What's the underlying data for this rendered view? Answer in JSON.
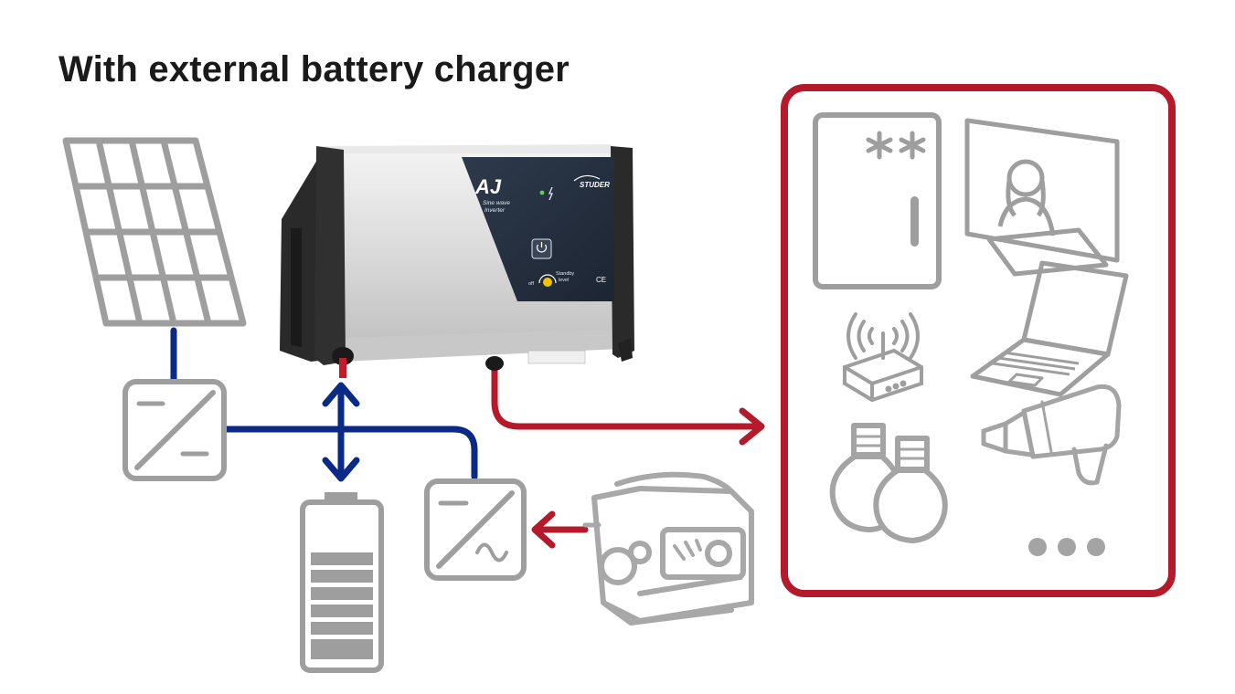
{
  "title": "With external battery charger",
  "inverter": {
    "model": "AJ",
    "subtitle_line1": "Sine wave",
    "subtitle_line2": "Inverter",
    "brand": "STUDER",
    "switch_off": "off",
    "switch_standby_1": "Standby",
    "switch_standby_2": "level",
    "ce_mark": "CE"
  },
  "colors": {
    "dc_line": "#0a2a86",
    "ac_line": "#b41a2a",
    "icon_gray": "#9e9e9e",
    "load_border": "#b41a2a"
  },
  "icons": {
    "solar": "solar-panel-icon",
    "mppt": "dc-dc-converter-icon",
    "charger": "ac-dc-charger-icon",
    "battery": "battery-icon",
    "generator": "generator-icon",
    "fridge": "fridge-icon",
    "tv": "television-icon",
    "router": "wifi-router-icon",
    "laptop": "laptop-icon",
    "bulbs": "light-bulb-icon",
    "drill": "drill-icon",
    "more": "more-dots-icon"
  }
}
